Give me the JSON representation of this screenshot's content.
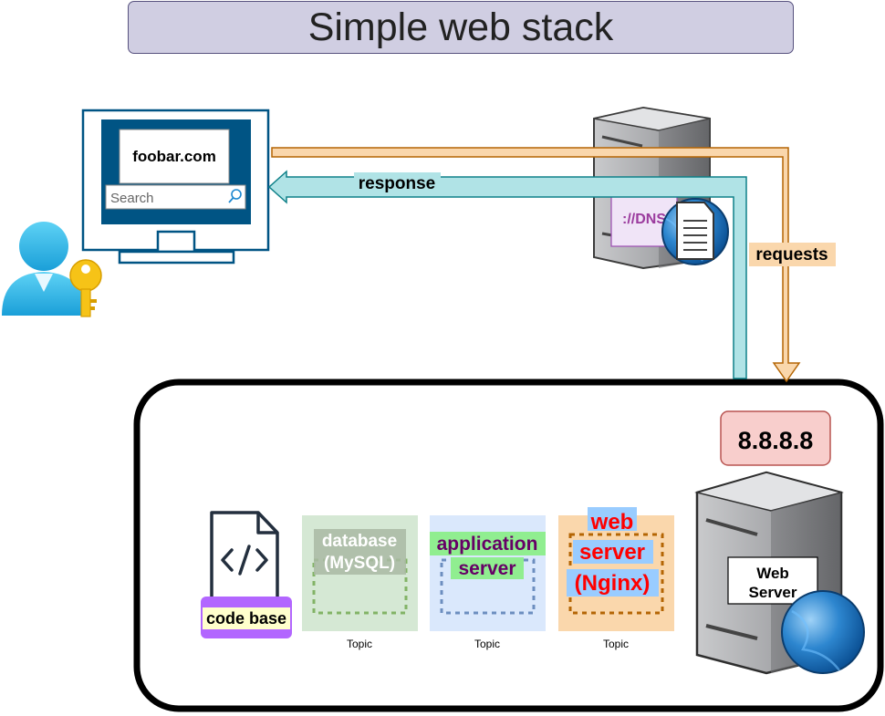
{
  "title": "Simple web stack",
  "client": {
    "domain": "foobar.com",
    "search_placeholder": "Search"
  },
  "flows": {
    "response_label": "response",
    "requests_label": "requests"
  },
  "dns": {
    "label": "://DNS"
  },
  "server_box": {
    "ip": "8.8.8.8",
    "web_server_label_line1": "Web",
    "web_server_label_line2": "Server",
    "code_base_label": "code base",
    "topics": [
      {
        "line1": "database",
        "line2": "(MySQL)",
        "caption": "Topic"
      },
      {
        "line1": "application",
        "line2": "server",
        "caption": "Topic"
      },
      {
        "line1": "web",
        "line2": "server",
        "line3": "(Nginx)",
        "caption": "Topic"
      }
    ]
  },
  "colors": {
    "title_fill": "#d0cee2",
    "response_fill": "#b0e3e6",
    "response_stroke": "#0e8088",
    "requests_fill": "#fad7ac",
    "requests_stroke": "#b46504",
    "ip_fill": "#f8cecc",
    "ip_stroke": "#b85450",
    "database_fill": "#d5e8d4",
    "app_server_fill": "#dae8fc",
    "web_server_fill": "#fad7ac",
    "code_base_fill": "#b266ff"
  },
  "icons": [
    "monitor-icon",
    "search-icon",
    "user-icon",
    "key-icon",
    "server-icon",
    "dns-icon",
    "globe-icon",
    "code-file-icon"
  ]
}
